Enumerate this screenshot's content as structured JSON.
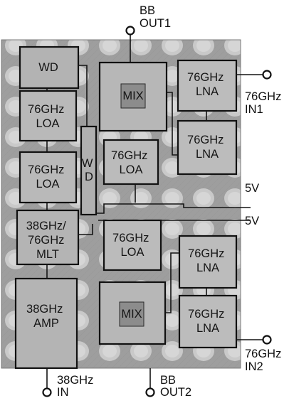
{
  "blocks": {
    "wd_top": "WD",
    "loa_1": [
      "76GHz",
      "LOA"
    ],
    "loa_2": [
      "76GHz",
      "LOA"
    ],
    "mlt": [
      "38GHz/",
      "76GHz",
      "MLT"
    ],
    "amp": [
      "38GHz",
      "AMP"
    ],
    "mix_top": "MIX",
    "loa_mid_top": [
      "76GHz",
      "LOA"
    ],
    "loa_mid_bottom": [
      "76GHz",
      "LOA"
    ],
    "mix_bottom": "MIX",
    "lna_1": [
      "76GHz",
      "LNA"
    ],
    "lna_2": [
      "76GHz",
      "LNA"
    ],
    "lna_3": [
      "76GHz",
      "LNA"
    ],
    "lna_4": [
      "76GHz",
      "LNA"
    ],
    "wd_vertical": [
      "W",
      "D"
    ]
  },
  "ports": {
    "bb_out1": [
      "BB",
      "OUT1"
    ],
    "in1": [
      "76GHz",
      "IN1"
    ],
    "in2": [
      "76GHz",
      "IN2"
    ],
    "in_38": [
      "38GHz",
      "IN"
    ],
    "bb_out2": [
      "BB",
      "OUT2"
    ],
    "supply_top": "5V",
    "supply_bottom": "5V"
  }
}
